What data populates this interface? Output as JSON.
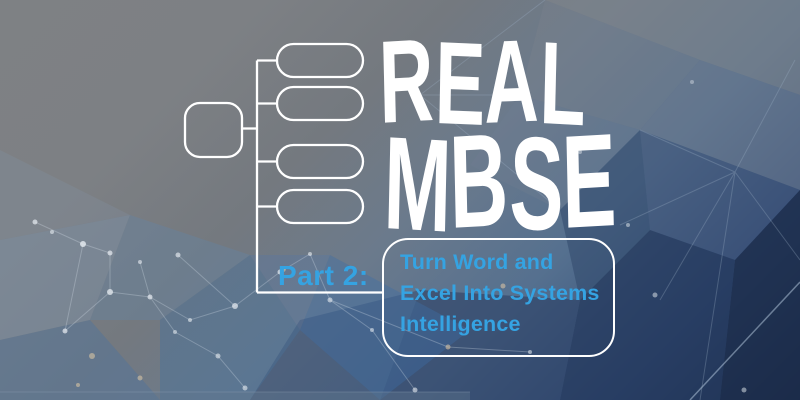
{
  "banner": {
    "title_line1": "REAL",
    "title_line2": "MBSE",
    "part_label": "Part 2:",
    "subtitle": "Turn Word and\nExcel Into Systems\nIntelligence"
  },
  "colors": {
    "accent_blue": "#35a3e2",
    "title_color": "#ffffff",
    "diagram_line_color": "#ffffff",
    "bg_top_left_gray": "#7e8184",
    "bg_slate_blue": "#54718f",
    "bg_bottom_right_navy": "#16243e"
  },
  "icons": {
    "tree_diagram": "mindmap-tree-icon"
  }
}
